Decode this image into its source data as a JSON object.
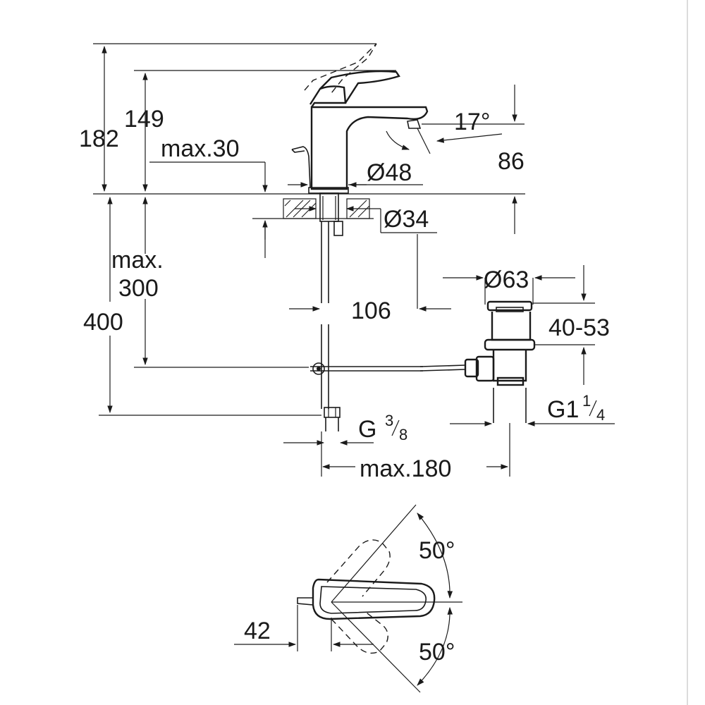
{
  "dimensions": {
    "height_total": "182",
    "height_body": "149",
    "max_thickness": "max.30",
    "spout_angle": "17°",
    "spout_height": "86",
    "base_diameter": "Ø48",
    "hole_diameter": "Ø34",
    "flex_hose_max_line1": "max.",
    "flex_hose_max_line2": "300",
    "total_length": "400",
    "spout_projection": "106",
    "waste_diameter": "Ø63",
    "waste_adjust": "40-53",
    "waste_thread_main": "G1",
    "waste_thread_num": "1",
    "waste_thread_den": "4",
    "hose_thread_main": "G",
    "hose_thread_num": "3",
    "hose_thread_den": "8",
    "max_reach": "max.180",
    "lever_angle_top": "50°",
    "lever_angle_bottom": "50°",
    "lever_offset": "42"
  }
}
